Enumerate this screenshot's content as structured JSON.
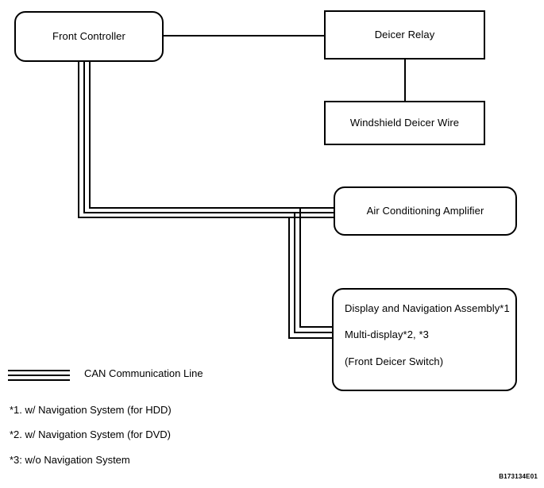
{
  "diagram": {
    "type": "block-wiring-diagram",
    "nodes": [
      {
        "id": "front-controller",
        "label": "Front Controller"
      },
      {
        "id": "deicer-relay",
        "label": "Deicer Relay"
      },
      {
        "id": "windshield-wire",
        "label": "Windshield Deicer Wire"
      },
      {
        "id": "ac-amplifier",
        "label": "Air Conditioning Amplifier"
      },
      {
        "id": "display-nav",
        "lines": [
          "Display and Navigation Assembly*1",
          "Multi-display*2, *3",
          "(Front Deicer Switch)"
        ]
      }
    ],
    "connections": [
      {
        "from": "front-controller",
        "to": "deicer-relay",
        "style": "single-line"
      },
      {
        "from": "deicer-relay",
        "to": "windshield-wire",
        "style": "single-line"
      },
      {
        "from": "front-controller",
        "to": "ac-amplifier",
        "style": "can-bus"
      },
      {
        "from": "front-controller",
        "to": "display-nav",
        "style": "can-bus"
      }
    ]
  },
  "legend": {
    "symbol": "triple-line",
    "label": "CAN Communication Line"
  },
  "footnotes": [
    "*1. w/ Navigation System (for HDD)",
    "*2. w/ Navigation System (for DVD)",
    "*3: w/o Navigation System"
  ],
  "document_code": "B173134E01",
  "colors": {
    "line": "#000000",
    "background": "#ffffff",
    "text": "#000000"
  }
}
